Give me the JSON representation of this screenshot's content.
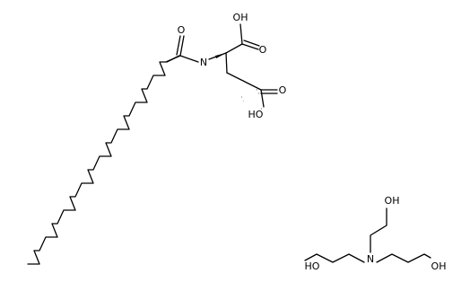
{
  "atom_labels": {
    "acyl_oxygen": "O",
    "amide_nitrogen": "N",
    "alpha_acid_hydroxyl": "OH",
    "alpha_acid_oxygen": "O",
    "side_acid_hydroxyl": "HO",
    "side_acid_oxygen": "O",
    "amine_nitrogen": "N",
    "upper_arm_hydroxyl": "OH",
    "left_arm_hydroxyl": "HO",
    "right_arm_hydroxyl": "OH"
  },
  "colors": {
    "bond": "#000000",
    "heteroatom_label": "#000000",
    "background": "#ffffff"
  }
}
